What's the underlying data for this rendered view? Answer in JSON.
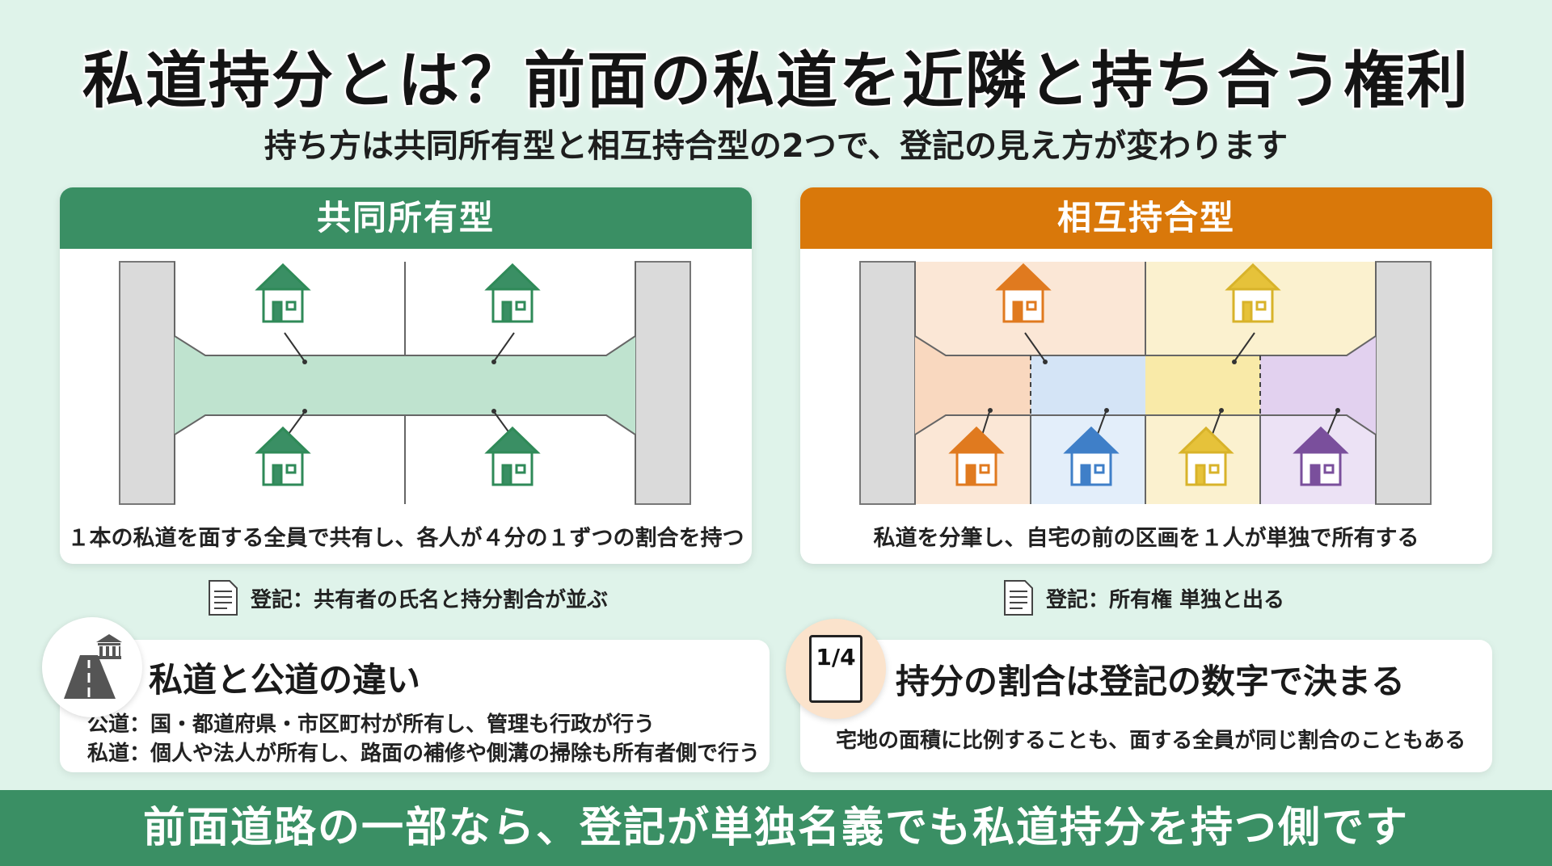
{
  "title": "私道持分とは？前面の私道を近隣と持ち合う権利",
  "subtitle": "持ち方は共同所有型と相互持合型の2つで、登記の見え方が変わります",
  "colors": {
    "green": "#3a8f64",
    "orange": "#d9780a",
    "house_orange": "#e07a1f",
    "house_yellow": "#e6c23a",
    "house_blue": "#3f7fc8",
    "house_purple": "#7a4f9c",
    "background": "#dff3ea"
  },
  "left_panel": {
    "header": "共同所有型",
    "caption": "１本の私道を面する全員で共有し、各人が４分の１ずつの割合を持つ",
    "registration": "登記：共有者の氏名と持分割合が並ぶ"
  },
  "right_panel": {
    "header": "相互持合型",
    "caption": "私道を分筆し、自宅の前の区画を１人が単独で所有する",
    "registration": "登記：所有権 単独と出る"
  },
  "card_left": {
    "icon": "road-government-icon",
    "title": "私道と公道の違い",
    "line1": "公道：国・都道府県・市区町村が所有し、管理も行政が行う",
    "line2": "私道：個人や法人が所有し、路面の補修や側溝の掃除も所有者側で行う"
  },
  "card_right": {
    "icon": "quarter-fraction-document-icon",
    "fraction": "1/4",
    "title": "持分の割合は登記の数字で決まる",
    "line1": "宅地の面積に比例することも、面する全員が同じ割合のこともある"
  },
  "footer": "前面道路の一部なら、登記が単独名義でも私道持分を持つ側です"
}
